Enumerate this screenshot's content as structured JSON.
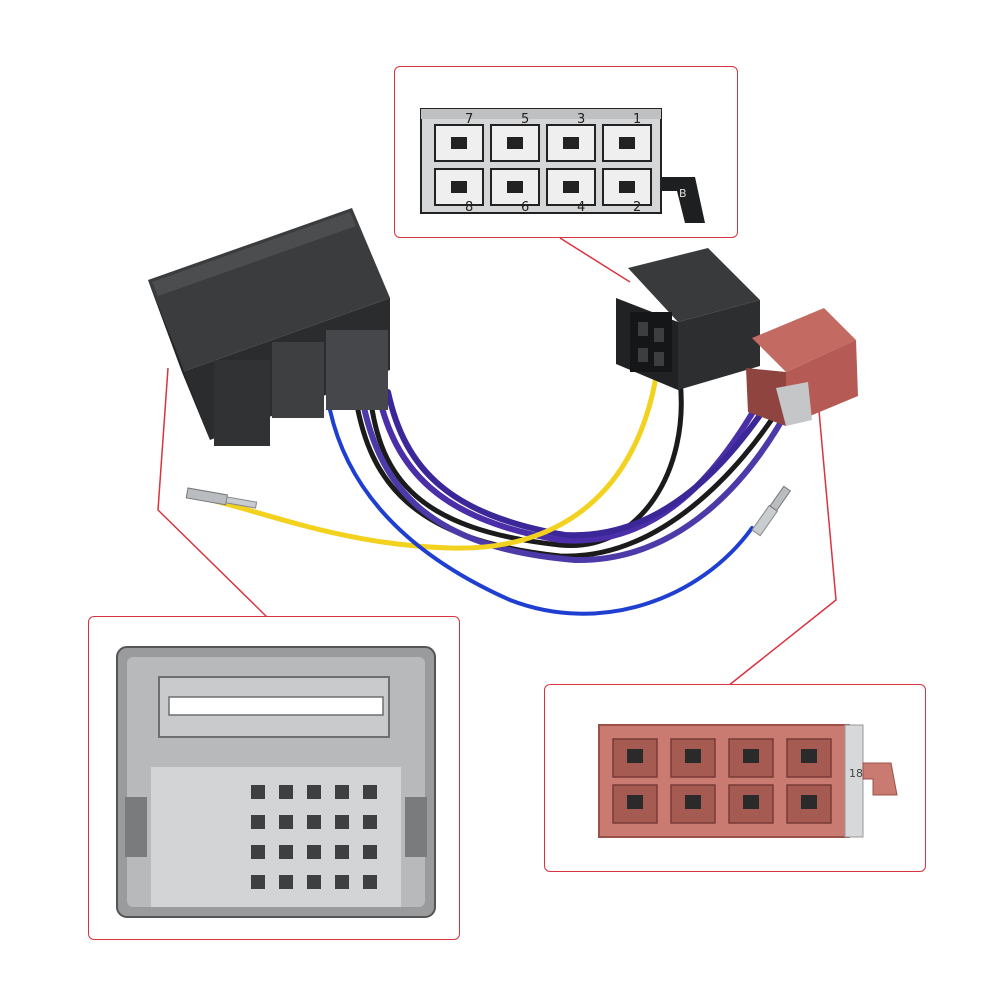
{
  "scene": {
    "type": "product-photo",
    "subject": "car-radio-iso-adapter-harness",
    "background": "#ffffff",
    "accent_color": "#d9343f"
  },
  "callouts": {
    "black_connector": {
      "pin_labels_top": [
        "7",
        "5",
        "3",
        "1"
      ],
      "pin_labels_bottom": [
        "8",
        "6",
        "4",
        "2"
      ],
      "side_label": "B"
    },
    "red_connector": {
      "side_label": "18"
    }
  },
  "colors": {
    "wire_yellow": "#f2d21e",
    "wire_blue": "#1f3fd1",
    "wire_purple": "#4a2fa8",
    "wire_black": "#1b1b1b",
    "connector_black": "#2a2c2e",
    "connector_red": "#b55a55",
    "connector_grey": "#8c8d8f"
  }
}
